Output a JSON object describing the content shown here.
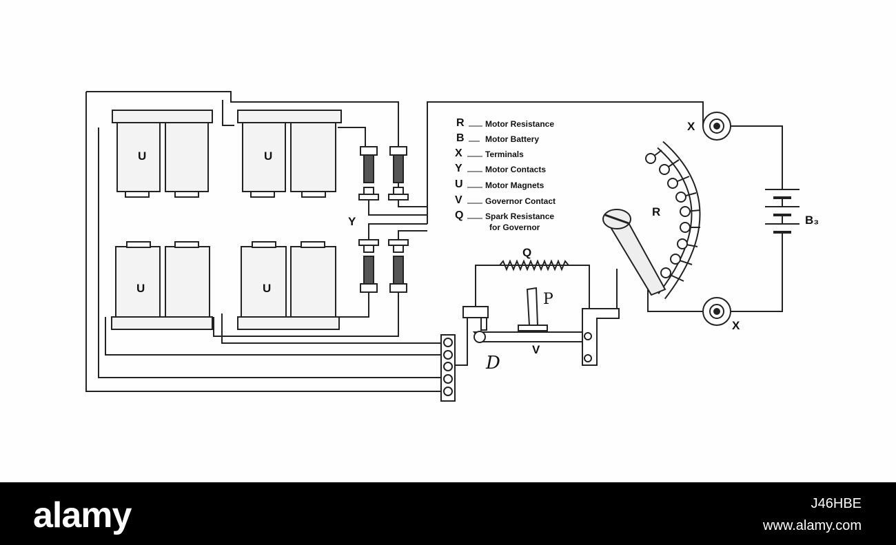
{
  "legend": [
    {
      "key": "R",
      "text": "Motor Resistance"
    },
    {
      "key": "B",
      "text": "Motor Battery"
    },
    {
      "key": "X",
      "text": "Terminals"
    },
    {
      "key": "Y",
      "text": "Motor Contacts"
    },
    {
      "key": "U",
      "text": "Motor Magnets"
    },
    {
      "key": "V",
      "text": "Governor Contact"
    },
    {
      "key": "Q",
      "text": "Spark Resistance",
      "text2": "for Governor"
    }
  ],
  "labels": {
    "u": "U",
    "y": "Y",
    "q": "Q",
    "p": "P",
    "d": "D",
    "v": "V",
    "r": "R",
    "x": "X",
    "b3": "B₃"
  },
  "footer": {
    "logo": "alamy",
    "image_id": "J46HBE",
    "site": "www.alamy.com"
  }
}
